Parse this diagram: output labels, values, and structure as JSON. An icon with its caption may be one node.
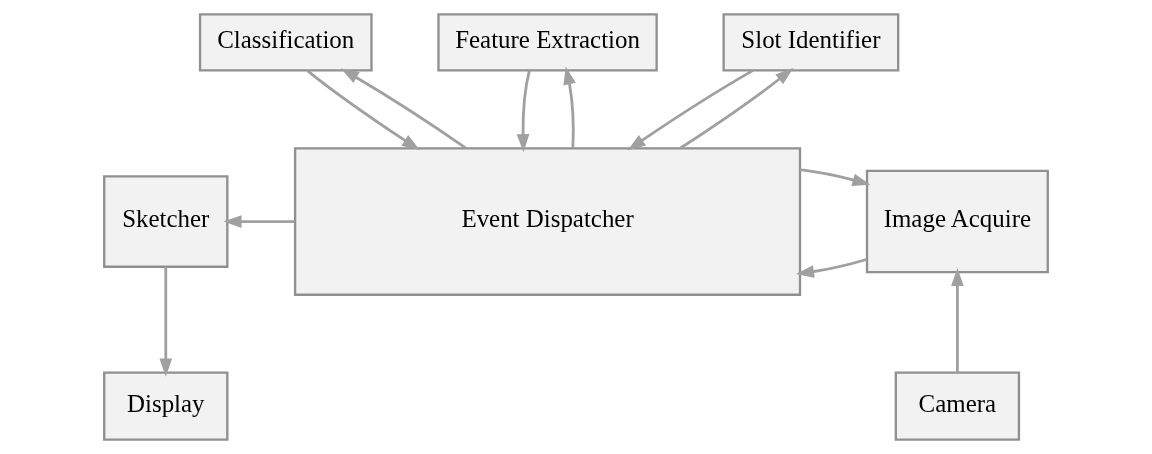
{
  "diagram": {
    "nodes": [
      {
        "text": [
          "Classification"
        ]
      },
      {
        "text": [
          "Feature Extraction"
        ]
      },
      {
        "text": [
          "Slot Identifier"
        ]
      },
      {
        "text": [
          "Sketcher"
        ]
      },
      {
        "text": [
          "Event Dispatcher"
        ]
      },
      {
        "text": [
          "Image Acquire"
        ]
      },
      {
        "text": [
          "Display"
        ]
      },
      {
        "text": [
          "Camera"
        ]
      }
    ],
    "edges": [
      {
        "from": 0,
        "to": 4,
        "arrow": "to"
      },
      {
        "from": 4,
        "to": 0,
        "arrow": "to"
      },
      {
        "from": 1,
        "to": 4,
        "arrow": "to"
      },
      {
        "from": 4,
        "to": 1,
        "arrow": "to"
      },
      {
        "from": 2,
        "to": 4,
        "arrow": "to"
      },
      {
        "from": 4,
        "to": 2,
        "arrow": "to"
      },
      {
        "from": 4,
        "to": 3,
        "arrow": "to"
      },
      {
        "from": 5,
        "to": 4,
        "arrow": "to"
      },
      {
        "from": 4,
        "to": 5,
        "arrow": "to"
      },
      {
        "from": 3,
        "to": 6,
        "arrow": "to"
      },
      {
        "from": 7,
        "to": 5,
        "arrow": "to"
      }
    ]
  }
}
